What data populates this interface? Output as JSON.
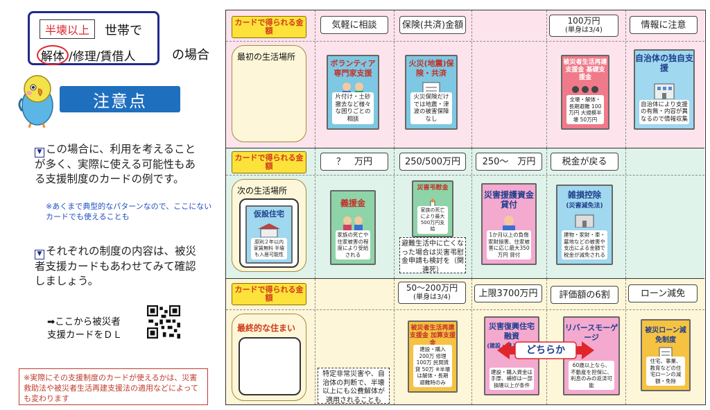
{
  "left": {
    "title_hankai": "半壊以上",
    "title_setai": "世帯で",
    "title_kaitai": "解体",
    "title_rest": "/修理/賃借人",
    "title_baai": "の場合",
    "chuiten": "注意点",
    "note1": "この場合に、利用を考えることが多く、実際に使える可能性もある支援制度のカードの例です。",
    "note1_sub": "※あくまで典型的なパターンなので、ここにないカードでも使えることも",
    "note2": "それぞれの制度の内容は、被災者支援カードもあわせてみて確認しましょう。",
    "dl_line1": "➡ここから被災者",
    "dl_line2": "支援カードをＤＬ",
    "warning": "※実際にその支援制度のカードが使えるかは、災害救助法や被災者生活再建支援法の適用などによっても変わります"
  },
  "table": {
    "amount_label": "カードで得られる金額",
    "rows": [
      {
        "place": "最初の生活場所",
        "amounts": [
          "気軽に相談",
          "保険(共済)金額",
          "",
          "100万円",
          "情報に注意"
        ],
        "amount_sub": [
          "",
          "",
          "",
          "(単身は3/4)",
          ""
        ],
        "cards": [
          {
            "title": "ボランティア専門家支援",
            "desc": "片付け・土砂撤去など様々な困りごとの相談"
          },
          {
            "title": "火災(地震)保険・共済",
            "desc": "火災保険だけでは地震・津波の被害保障なし"
          },
          {
            "title": "被災者生活再建支援金 基礎支援金",
            "desc": "全壊・解体・長期避難 100万円 大規模半壊 50万円"
          },
          {
            "title": "自治体の独自支援",
            "desc": "自治体により支援の有無・内容が異なるので情報収集"
          }
        ]
      },
      {
        "place": "次の生活場所",
        "place_card_title": "仮設住宅",
        "place_card_desc": "原則２年以内 家賃無料 半壊も入居可能性",
        "amounts": [
          "？　万円",
          "250/500万円",
          "250～　万円",
          "税金が戻る",
          ""
        ],
        "cards": [
          {
            "title": "義援金",
            "desc": "家族の死亡や住家被害の程度により受給される"
          },
          {
            "title": "災害弔慰金",
            "desc": "家族の死亡により最大500万円支給"
          },
          {
            "title": "災害援護資金貸付",
            "desc": "1か月以上の負傷 家財損害、住家被害に応じ最大350万円 貸付"
          },
          {
            "title": "雑損控除",
            "subtitle": "(災害減免法)",
            "desc": "建物・家財・車・墓地などの被害や支出による金額で税金が減免される"
          }
        ],
        "note": "避難生活中に亡くなった場合は災害弔慰金申請も検討を（関連死）"
      },
      {
        "place": "最終的な住まい",
        "amounts": [
          "",
          "50～200万円",
          "上限3700万円",
          "評価額の6割",
          "ローン減免"
        ],
        "amount_sub": [
          "",
          "(単身は3/4)",
          "",
          "",
          ""
        ],
        "cards": [
          {
            "title": "被災者生活再建支援金 加算支援金",
            "desc": "建設・購入 200万 修理 100万 民間賃貸 50万 ※半壊は解体・長期避難時のみ"
          },
          {
            "title": "災害復興住宅融資",
            "subtitle": "(建設・購入・補修)",
            "desc": "建設・購入資金は手厚、補修は一部損壊以上が条件"
          },
          {
            "title": "リバースモーゲージ",
            "desc": "60歳以上なら、不動産を担保に、利息のみの返済可能"
          },
          {
            "title": "被災ローン減免制度",
            "desc": "住宅、事業、教育などの住宅ローンの減額・免除"
          }
        ],
        "note": "特定非常災害や、自治体の判断で、半壊以上にも公費解体が適用されることも",
        "dochira": "どちらか"
      }
    ]
  },
  "colors": {
    "row1_bg": "#fde4ec",
    "row2_bg": "#dff3ea",
    "row3_bg": "#fdf6d8",
    "accent_blue": "#1f6fbf",
    "label_yellow": "#fce23a",
    "warning_red": "#c0392b"
  }
}
